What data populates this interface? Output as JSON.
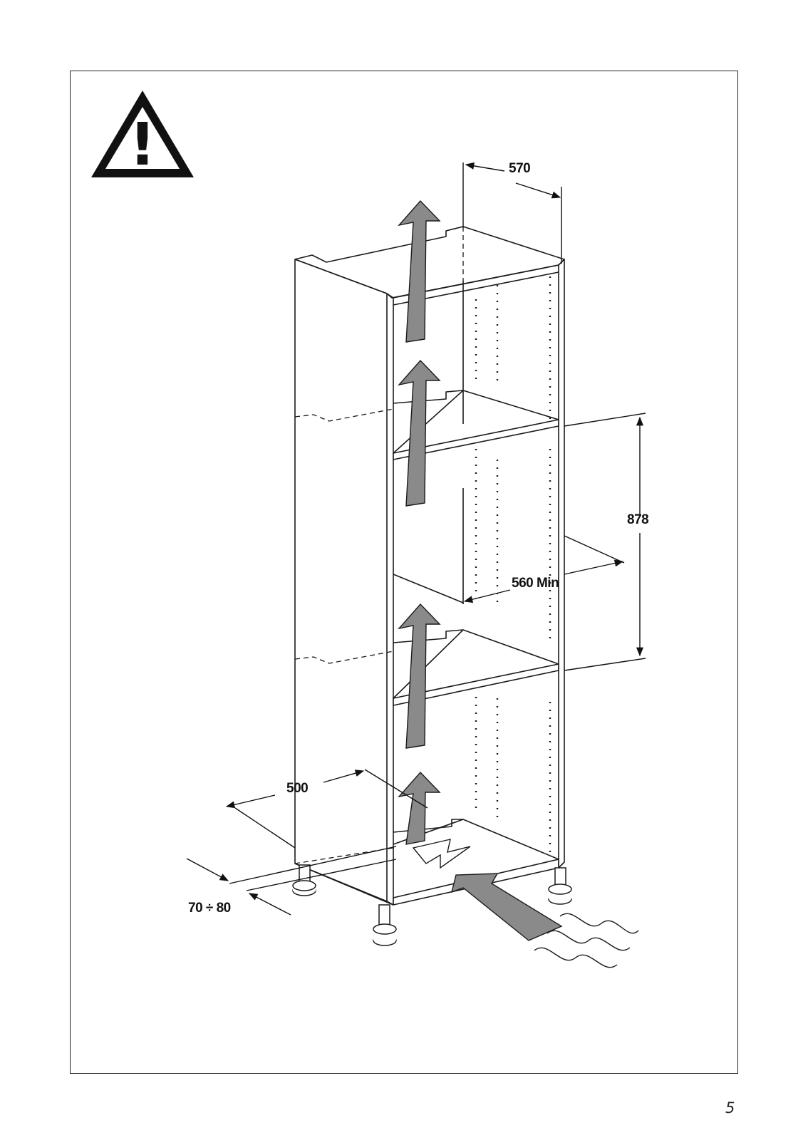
{
  "warning": {
    "symbol": "!"
  },
  "dimensions": {
    "width_top": "570",
    "height_opening": "878",
    "depth_opening": "560 Min",
    "depth_base": "500",
    "plinth_gap": "70 ÷ 80"
  },
  "page_number": "5",
  "colors": {
    "line": "#1a1a1a",
    "arrow_fill": "#8a8a8a",
    "background": "#ffffff"
  }
}
